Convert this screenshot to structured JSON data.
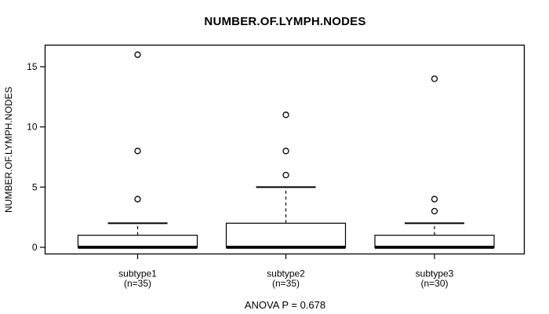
{
  "chart_data": {
    "type": "boxplot",
    "title": "NUMBER.OF.LYMPH.NODES",
    "ylabel": "NUMBER.OF.LYMPH.NODES",
    "xlabel": "",
    "annotation": "ANOVA P = 0.678",
    "yticks": [
      0,
      5,
      10,
      15
    ],
    "ylim": [
      -0.55,
      16.8
    ],
    "grid": false,
    "legend": "none",
    "groups": [
      {
        "label": "subtype1",
        "sublabel": "(n=35)",
        "n": 35,
        "q1": 0,
        "median": 0,
        "q3": 1,
        "whisker_low": 0,
        "whisker_high": 2,
        "outliers": [
          4,
          8,
          16
        ]
      },
      {
        "label": "subtype2",
        "sublabel": "(n=35)",
        "n": 35,
        "q1": 0,
        "median": 0,
        "q3": 2,
        "whisker_low": 0,
        "whisker_high": 5,
        "outliers": [
          6,
          8,
          11
        ]
      },
      {
        "label": "subtype3",
        "sublabel": "(n=30)",
        "n": 30,
        "q1": 0,
        "median": 0,
        "q3": 1,
        "whisker_low": 0,
        "whisker_high": 2,
        "outliers": [
          3,
          4,
          14
        ]
      }
    ],
    "colors": {
      "line": "#000000",
      "box_fill": "#ffffff",
      "background": "#ffffff",
      "text": "#000000"
    }
  }
}
